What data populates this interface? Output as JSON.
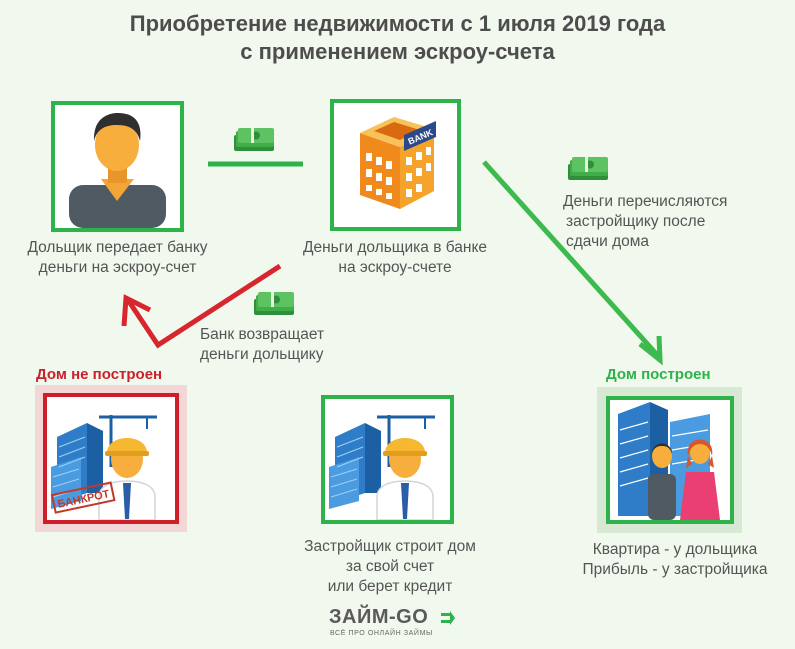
{
  "title": {
    "line1": "Приобретение недвижимости с 1 июля 2019 года",
    "line2": "с применением эскроу-счета"
  },
  "nodes": {
    "buyer": {
      "line1": "Дольщик передает банку",
      "line2": "деньги на эскроу-счет"
    },
    "bank": {
      "sign": "BANK",
      "line1": "Деньги дольщика в банке",
      "line2": "на эскроу-счете"
    },
    "developer": {
      "line1": "Застройщик строит дом",
      "line2": "за свой счет",
      "line3": "или берет кредит"
    },
    "not_built": {
      "status": "Дом не построен",
      "stamp": "БАНКРОТ"
    },
    "built": {
      "status": "Дом построен",
      "line1": "Квартира - у дольщика",
      "line2": "Прибыль - у застройщика"
    }
  },
  "edges": {
    "to_developer": {
      "line1": "Деньги перечисляются",
      "line2": "застройщику после",
      "line3": "сдачи дома"
    },
    "refund": {
      "line1": "Банк возвращает",
      "line2": "деньги дольщику"
    }
  },
  "brand": {
    "name": "ЗАЙМ-GO",
    "tagline": "ВСЁ ПРО ОНЛАЙН ЗАЙМЫ"
  },
  "colors": {
    "green": "#2db34a",
    "red": "#cc1f2a",
    "background": "#f1f8ee"
  }
}
